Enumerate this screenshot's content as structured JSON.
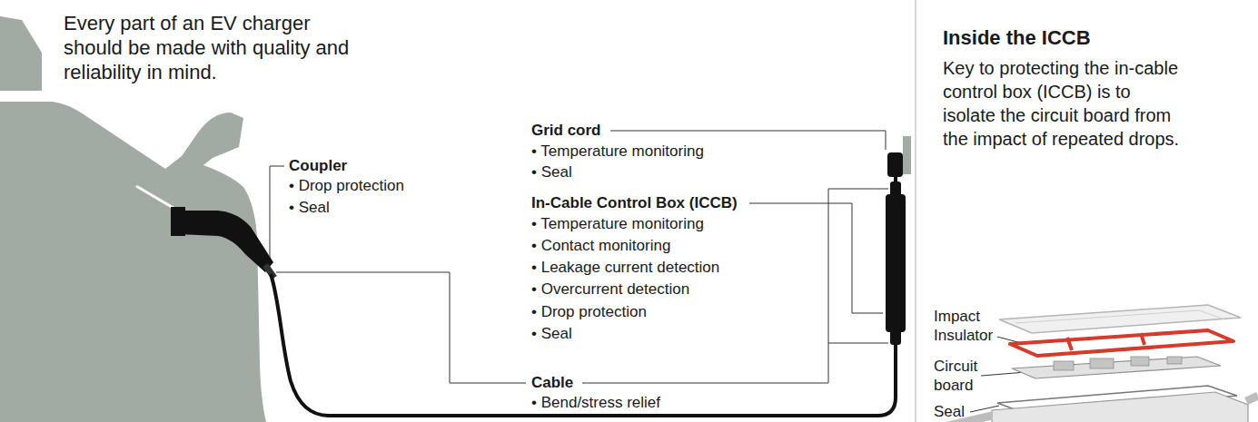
{
  "diagram": {
    "labels": [
      "Every part of an EV charger should be made with quality and reliability in mind.",
      "Coupler",
      "• Drop protection",
      "• Seal",
      "Grid cord",
      "• Temperature monitoring",
      "• Seal",
      "In-Cable Control Box (ICCB)",
      "• Temperature monitoring",
      "• Contact monitoring",
      "• Leakage current detection",
      "• Overcurrent detection",
      "• Drop protection",
      "• Seal",
      "Cable",
      "• Bend/stress relief",
      "Inside the ICCB",
      "Key to protecting the in-cable control box (ICCB) is to isolate the circuit board from the impact of repeated drops.",
      "Impact Insulator",
      "Circuit board",
      "Seal"
    ]
  }
}
